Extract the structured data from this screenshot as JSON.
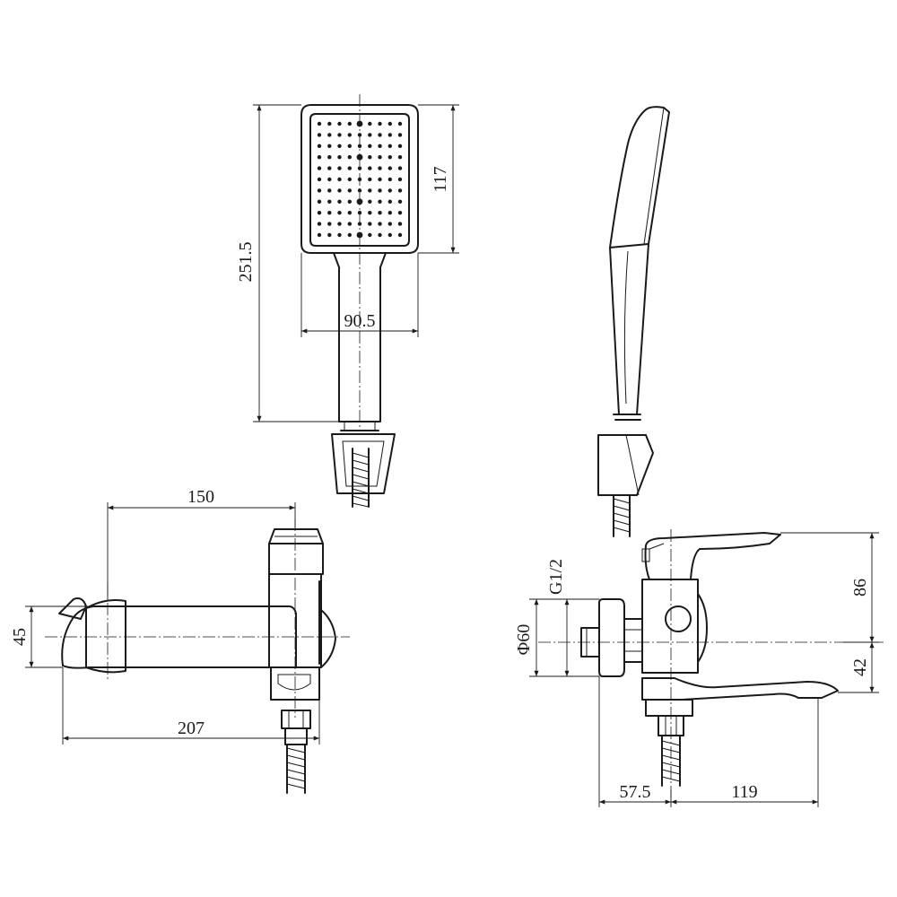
{
  "drawing": {
    "labels": {
      "head_total_length": "251.5",
      "head_face_height": "117",
      "head_width": "90.5",
      "spout_reach": "150",
      "body_length": "207",
      "body_height": "45",
      "thread": "G1/2",
      "flange_diameter": "Φ60",
      "lever_height": "86",
      "spout_drop": "42",
      "wall_offset": "57.5",
      "spout_projection": "119"
    },
    "colors": {
      "line": "#1a1a1a",
      "background": "#ffffff"
    }
  }
}
